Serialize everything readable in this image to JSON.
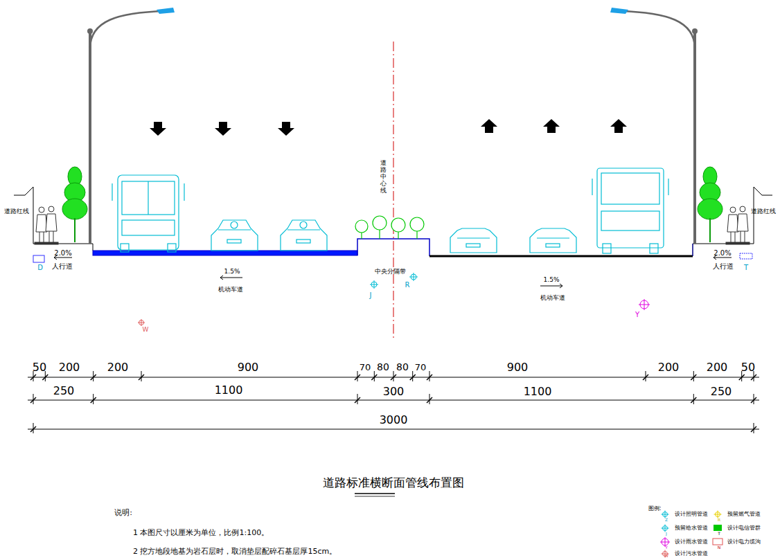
{
  "diagram": {
    "title": "道路标准横断面管线布置图",
    "labels": [
      "道路红线",
      "道路红线",
      "2.0%",
      "人行道",
      "2.0%",
      "人行道",
      "1.5%",
      "机动车道",
      "1.5%",
      "机动车道",
      "道路中心线",
      "中央分隔带",
      "D",
      "J",
      "R",
      "Y",
      "W",
      "T",
      "50",
      "200",
      "200",
      "900",
      "70",
      "80",
      "80",
      "70",
      "900",
      "200",
      "200",
      "50",
      "250",
      "1100",
      "300",
      "1100",
      "250",
      "3000",
      "说明:",
      "1 本图尺寸以厘米为单位，比例1:100。",
      "2 挖方地段地基为岩石层时，取消垫层配碎石基层厚15cm。",
      "图例:",
      "Z",
      "J",
      "Y",
      "W",
      "R",
      "T",
      "N"
    ],
    "legend": [
      {
        "text": "设计照明管道"
      },
      {
        "text": "预留给水管道"
      },
      {
        "text": "设计雨水管道"
      },
      {
        "text": "设计污水管道"
      },
      {
        "text": "预留燃气管道"
      },
      {
        "text": "设计电信管群",
        "color": "#00c800"
      },
      {
        "text": "设计电力缆沟"
      }
    ]
  }
}
